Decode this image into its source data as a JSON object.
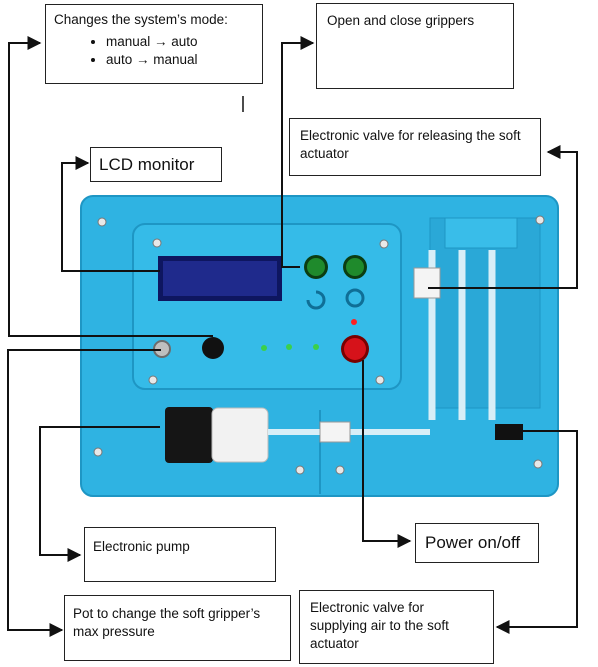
{
  "labels": {
    "mode": {
      "title": "Changes the system’s mode:",
      "items": [
        "manual → auto",
        "auto → manual"
      ]
    },
    "grippers": "Open and close grippers",
    "release_valve": "Electronic valve for releasing the soft actuator",
    "lcd": "LCD monitor",
    "pump": "Electronic pump",
    "power": "Power on/off",
    "pot": "Pot to change the soft gripper’s max pressure",
    "supply_valve": "Electronic valve for supplying air to the soft actuator"
  },
  "colors": {
    "panel": "#2fb3e2",
    "panel_dark": "#1e96c4",
    "lcd": "#1f2a8c",
    "button_green": "#1f8a2c",
    "button_red": "#d6121a",
    "button_black": "#111111",
    "arrow": "#111111"
  }
}
